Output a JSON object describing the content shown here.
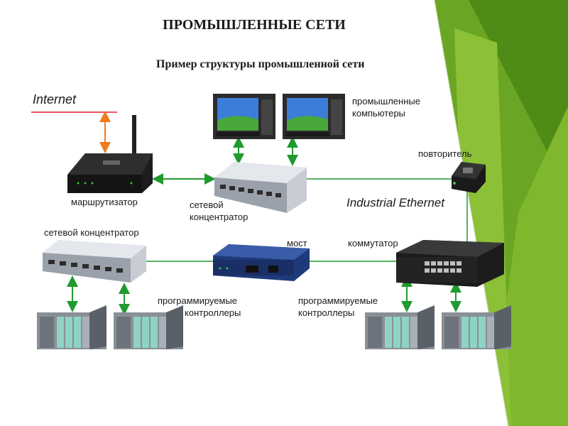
{
  "slide": {
    "title": "ПРОМЫШЛЕННЫЕ СЕТИ",
    "subtitle": "Пример структуры промышленной сети"
  },
  "labels": {
    "internet": "Internet",
    "industrial_ethernet": "Industrial Ethernet",
    "router": "маршрутизатор",
    "hub_center_line1": "сетевой",
    "hub_center_line2": "концентратор",
    "hub_left": "сетевой концентратор",
    "bridge": "мост",
    "switch": "коммутатор",
    "repeater": "повторитель",
    "computers_line1": "промышленные",
    "computers_line2": "компьютеры",
    "plc_left_line1": "программируемые",
    "plc_left_line2": "контроллеры",
    "plc_right_line1": "программируемые",
    "plc_right_line2": "контроллеры"
  },
  "colors": {
    "link": "#1f9a2e",
    "internet_arrow": "#f07c1c",
    "internet_line": "#e8192c",
    "bg_green_dark": "#5f9e1e",
    "bg_green_light": "#9cc93a"
  }
}
